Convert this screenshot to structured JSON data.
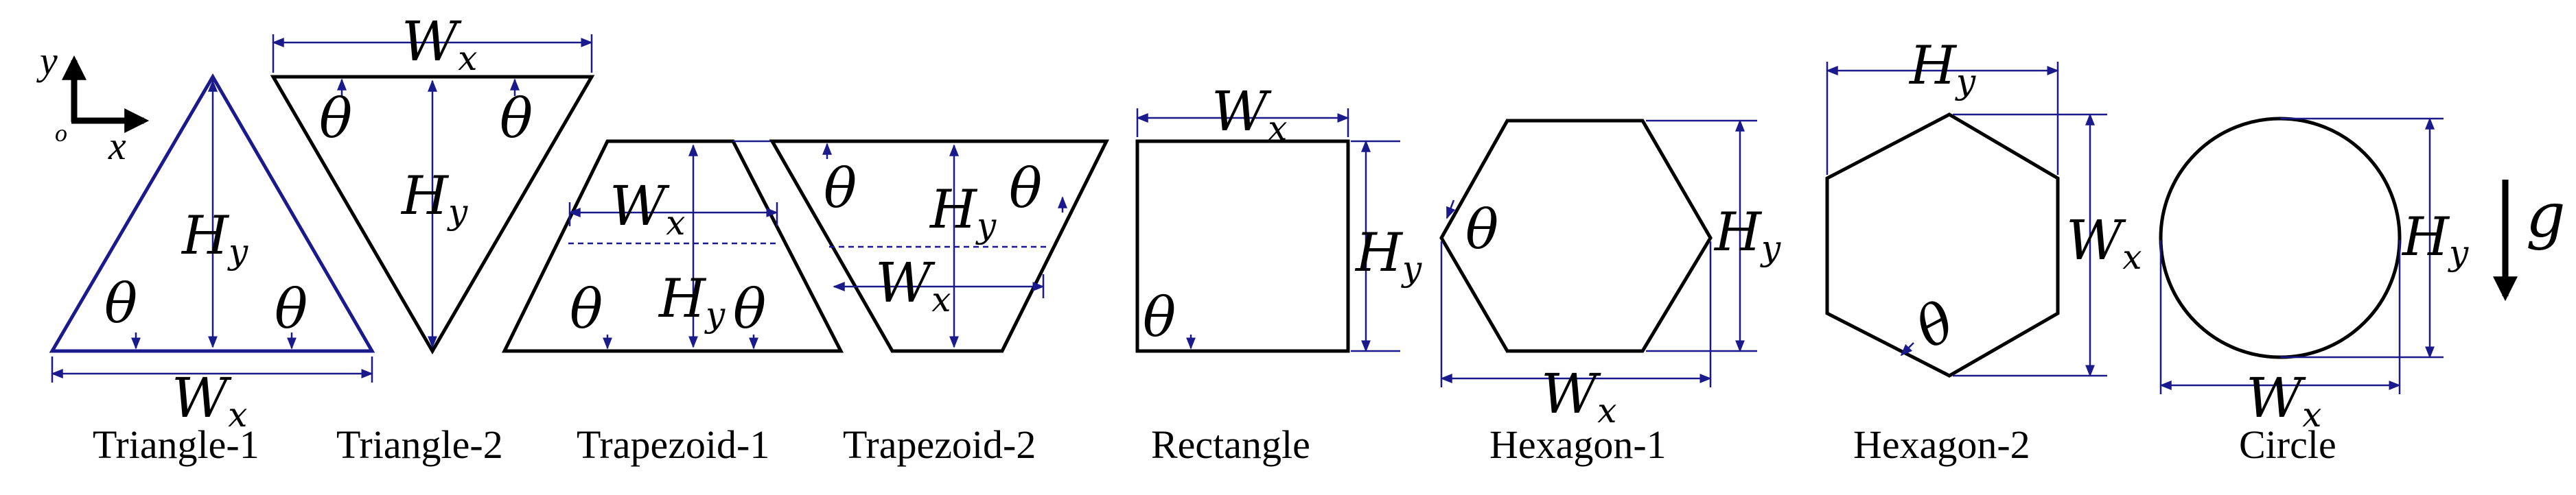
{
  "symbols": {
    "theta": "θ",
    "width": "W",
    "width_sub": "x",
    "height": "H",
    "height_sub": "y",
    "gravity": "g"
  },
  "axes": {
    "y": "y",
    "origin": "o",
    "x": "x"
  },
  "captions": {
    "triangle1": "Triangle-1",
    "triangle2": "Triangle-2",
    "trapezoid1": "Trapezoid-1",
    "trapezoid2": "Trapezoid-2",
    "rectangle": "Rectangle",
    "hexagon1": "Hexagon-1",
    "hexagon2": "Hexagon-2",
    "circle": "Circle"
  },
  "colors": {
    "outline": "#000000",
    "dimension": "#1a1a8c"
  }
}
